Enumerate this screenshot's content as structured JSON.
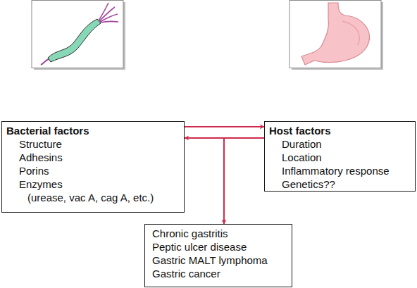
{
  "diagram": {
    "nodes": [
      {
        "text": [
          "Bacterial factors",
          "Structure",
          "Adhesins",
          "Porins",
          "Enzymes",
          "(urease, vac A, cag A, etc.)"
        ]
      },
      {
        "text": [
          "Host factors",
          "Duration",
          "Location",
          "Inflammatory response",
          "Genetics??"
        ]
      },
      {
        "text": [
          "Chronic gastritis",
          "Peptic ulcer disease",
          "Gastric MALT lymphoma",
          "Gastric cancer"
        ]
      }
    ],
    "edges": [
      {
        "from": 0,
        "to": 1,
        "arrow": "to"
      },
      {
        "from": 1,
        "to": 0,
        "arrow": "to"
      },
      {
        "from": 1,
        "to": 2,
        "arrow": "to"
      }
    ]
  }
}
